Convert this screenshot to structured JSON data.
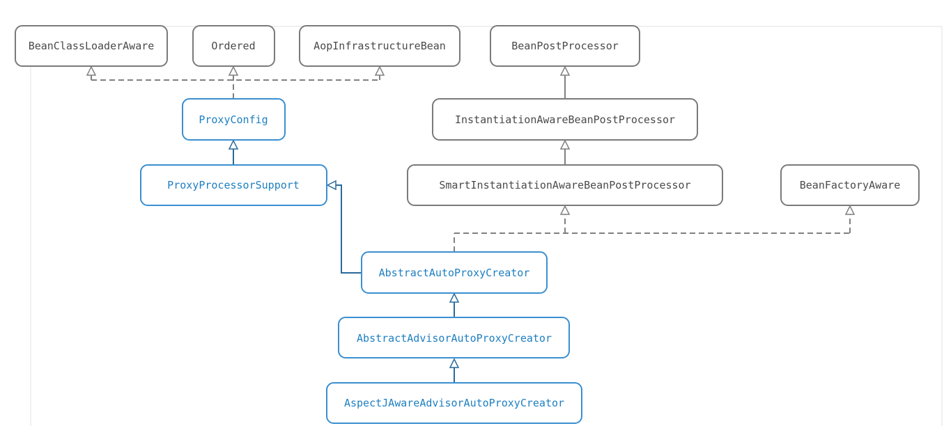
{
  "colors": {
    "class_stroke": "#3a8fd0",
    "class_text": "#1e7fc0",
    "interface_stroke": "#7a7a7a",
    "interface_text": "#4a4a4a",
    "class_edge": "#2a6a9a",
    "interface_edge": "#808080",
    "frame": "#e2e2e2"
  },
  "nodes": {
    "beanclassloaderaware": "BeanClassLoaderAware",
    "ordered": "Ordered",
    "aopinfrastructurebean": "AopInfrastructureBean",
    "beanpostprocessor": "BeanPostProcessor",
    "proxyconfig": "ProxyConfig",
    "instantiationawarebeanpostprocessor": "InstantiationAwareBeanPostProcessor",
    "proxyprocessorsupport": "ProxyProcessorSupport",
    "smartinstantiationawarebeanpostprocessor": "SmartInstantiationAwareBeanPostProcessor",
    "beanfactoryaware": "BeanFactoryAware",
    "abstractautoproxycreator": "AbstractAutoProxyCreator",
    "abstractadvisorautoproxycreator": "AbstractAdvisorAutoProxyCreator",
    "aspectjawareadvisorautoproxycreator": "AspectJAwareAdvisorAutoProxyCreator"
  },
  "node_kinds": {
    "beanclassloaderaware": "interface",
    "ordered": "interface",
    "aopinfrastructurebean": "interface",
    "beanpostprocessor": "interface",
    "proxyconfig": "class",
    "instantiationawarebeanpostprocessor": "interface",
    "proxyprocessorsupport": "class",
    "smartinstantiationawarebeanpostprocessor": "interface",
    "beanfactoryaware": "interface",
    "abstractautoproxycreator": "class",
    "abstractadvisorautoproxycreator": "class",
    "aspectjawareadvisorautoproxycreator": "class"
  },
  "edges": [
    {
      "from": "proxyconfig",
      "to": "beanclassloaderaware",
      "kind": "implements"
    },
    {
      "from": "proxyconfig",
      "to": "ordered",
      "kind": "implements"
    },
    {
      "from": "proxyconfig",
      "to": "aopinfrastructurebean",
      "kind": "implements"
    },
    {
      "from": "proxyprocessorsupport",
      "to": "proxyconfig",
      "kind": "extends"
    },
    {
      "from": "instantiationawarebeanpostprocessor",
      "to": "beanpostprocessor",
      "kind": "extends"
    },
    {
      "from": "smartinstantiationawarebeanpostprocessor",
      "to": "instantiationawarebeanpostprocessor",
      "kind": "extends"
    },
    {
      "from": "abstractautoproxycreator",
      "to": "proxyprocessorsupport",
      "kind": "extends"
    },
    {
      "from": "abstractautoproxycreator",
      "to": "smartinstantiationawarebeanpostprocessor",
      "kind": "implements"
    },
    {
      "from": "abstractautoproxycreator",
      "to": "beanfactoryaware",
      "kind": "implements"
    },
    {
      "from": "abstractadvisorautoproxycreator",
      "to": "abstractautoproxycreator",
      "kind": "extends"
    },
    {
      "from": "aspectjawareadvisorautoproxycreator",
      "to": "abstractadvisorautoproxycreator",
      "kind": "extends"
    }
  ]
}
